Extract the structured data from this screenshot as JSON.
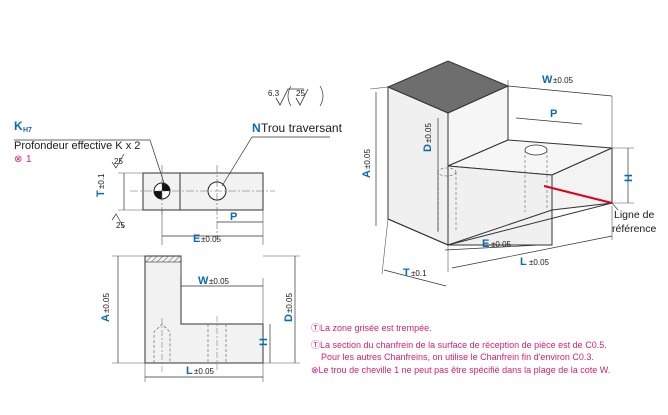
{
  "labels": {
    "k_letter": "K",
    "k_sub": "H7",
    "k_desc": "Profondeur effective K x 2",
    "k_note_num": "1",
    "n_letter": "N",
    "n_desc": "Trou traversant",
    "roughness_main": "6.3",
    "roughness_alt": "25",
    "roughness_small": "25",
    "t": "T",
    "t_tol": "±0.1",
    "p": "P",
    "e": "E",
    "e_tol": "±0.05",
    "w": "W",
    "w_tol": "±0.05",
    "a": "A",
    "a_tol": "±0.05",
    "d": "D",
    "d_tol": "±0.05",
    "h": "H",
    "l": "L",
    "l_tol": "±0.05",
    "ref_line1": "Ligne de",
    "ref_line2": "référence"
  },
  "notes": [
    {
      "icon": "T",
      "text": "La zone grisée est trempée."
    },
    {
      "icon": "T",
      "text": "La section du chanfrein de la surface de réception de pièce est de C0.5."
    },
    {
      "icon": "",
      "text": "Pour les autres Chanfreins, on utilise le Chanfrein fin d'environ C0.3."
    },
    {
      "icon": "⊗",
      "text": "Le trou de cheville 1 ne peut pas être spécifié dans la plage de la cote W."
    }
  ],
  "colors": {
    "accent": "#0a6ab4",
    "note": "#d6226e",
    "reference": "#e0001a"
  }
}
